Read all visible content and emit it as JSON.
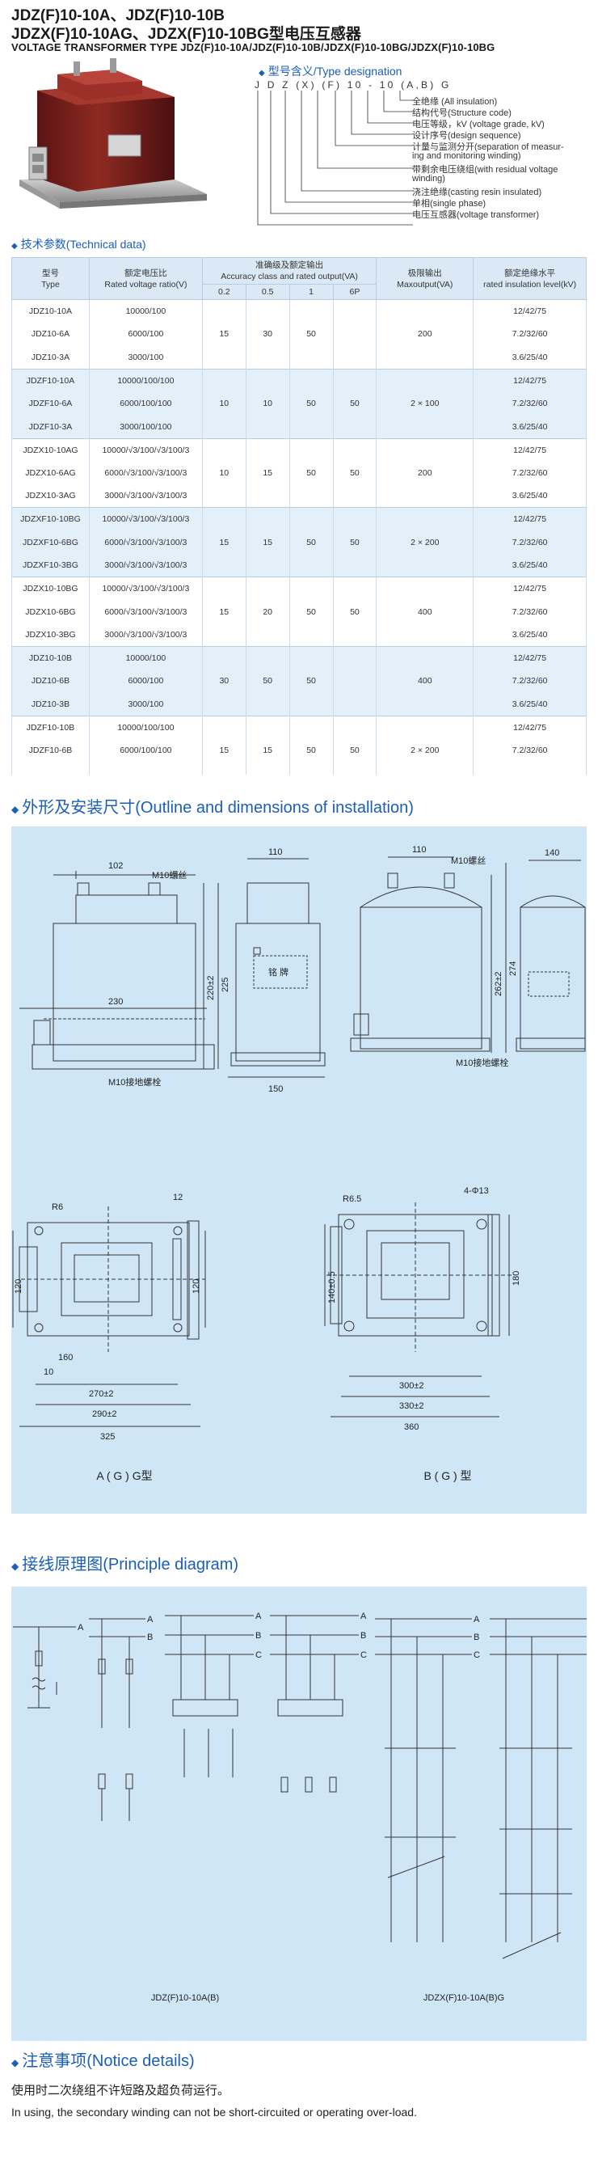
{
  "header": {
    "title_line1": "JDZ(F)10-10A、JDZ(F)10-10B",
    "title_line2": "JDZX(F)10-10AG、JDZX(F)10-10BG型电压互感器",
    "title_line3": "VOLTAGE TRANSFORMER TYPE JDZ(F)10-10A/JDZ(F)10-10B/JDZX(F)10-10BG/JDZX(F)10-10BG"
  },
  "designation": {
    "heading": "型号含义/Type designation",
    "code": "J D Z (X) (F) 10 - 10 (A,B) G",
    "labels": [
      "全绝缘 (All insulation)",
      "结构代号(Structure code)",
      "电压等级，kV (voltage grade, kV)",
      "设计序号(design sequence)",
      "计量与监测分开(separation of measur-",
      "ing and monitoring winding)",
      "带剩余电压绕组(with residual voltage",
      "winding)",
      "浇注绝缘(casting resin insulated)",
      "单相(single phase)",
      "电压互感器(voltage transformer)"
    ]
  },
  "tech": {
    "heading": "技术参数(Technical data)",
    "headers": {
      "model_zh": "型号",
      "model_en": "Type",
      "ratio_zh": "额定电压比",
      "ratio_en": "Rated voltage ratio(V)",
      "acc_zh": "准确级及额定输出",
      "acc_en": "Accuracy class and rated output(VA)",
      "acc_cols": [
        "0.2",
        "0.5",
        "1",
        "6P"
      ],
      "max_zh": "极限输出",
      "max_en": "Maxoutput(VA)",
      "ins_zh": "额定绝缘水平",
      "ins_en": "rated insulation level(kV)"
    },
    "groups": [
      {
        "rows": [
          {
            "type": "JDZ10-10A",
            "ratio": "10000/100",
            "ins": "12/42/75"
          },
          {
            "type": "JDZ10-6A",
            "ratio": "6000/100",
            "ins": "7.2/32/60"
          },
          {
            "type": "JDZ10-3A",
            "ratio": "3000/100",
            "ins": "3.6/25/40"
          }
        ],
        "c02": "15",
        "c05": "30",
        "c1": "50",
        "c6p": "",
        "max": "200"
      },
      {
        "rows": [
          {
            "type": "JDZF10-10A",
            "ratio": "10000/100/100",
            "ins": "12/42/75"
          },
          {
            "type": "JDZF10-6A",
            "ratio": "6000/100/100",
            "ins": "7.2/32/60"
          },
          {
            "type": "JDZF10-3A",
            "ratio": "3000/100/100",
            "ins": "3.6/25/40"
          }
        ],
        "c02": "10",
        "c05": "10",
        "c1": "50",
        "c6p": "50",
        "max": "2 × 100"
      },
      {
        "rows": [
          {
            "type": "JDZX10-10AG",
            "ratio": "10000/√3/100/√3/100/3",
            "ins": "12/42/75"
          },
          {
            "type": "JDZX10-6AG",
            "ratio": "6000/√3/100/√3/100/3",
            "ins": "7.2/32/60"
          },
          {
            "type": "JDZX10-3AG",
            "ratio": "3000/√3/100/√3/100/3",
            "ins": "3.6/25/40"
          }
        ],
        "c02": "10",
        "c05": "15",
        "c1": "50",
        "c6p": "50",
        "max": "200"
      },
      {
        "rows": [
          {
            "type": "JDZXF10-10BG",
            "ratio": "10000/√3/100/√3/100/3",
            "ins": "12/42/75"
          },
          {
            "type": "JDZXF10-6BG",
            "ratio": "6000/√3/100/√3/100/3",
            "ins": "7.2/32/60"
          },
          {
            "type": "JDZXF10-3BG",
            "ratio": "3000/√3/100/√3/100/3",
            "ins": "3.6/25/40"
          }
        ],
        "c02": "15",
        "c05": "15",
        "c1": "50",
        "c6p": "50",
        "max": "2 × 200"
      },
      {
        "rows": [
          {
            "type": "JDZX10-10BG",
            "ratio": "10000/√3/100/√3/100/3",
            "ins": "12/42/75"
          },
          {
            "type": "JDZX10-6BG",
            "ratio": "6000/√3/100/√3/100/3",
            "ins": "7.2/32/60"
          },
          {
            "type": "JDZX10-3BG",
            "ratio": "3000/√3/100/√3/100/3",
            "ins": "3.6/25/40"
          }
        ],
        "c02": "15",
        "c05": "20",
        "c1": "50",
        "c6p": "50",
        "max": "400"
      },
      {
        "rows": [
          {
            "type": "JDZ10-10B",
            "ratio": "10000/100",
            "ins": "12/42/75"
          },
          {
            "type": "JDZ10-6B",
            "ratio": "6000/100",
            "ins": "7.2/32/60"
          },
          {
            "type": "JDZ10-3B",
            "ratio": "3000/100",
            "ins": "3.6/25/40"
          }
        ],
        "c02": "30",
        "c05": "50",
        "c1": "50",
        "c6p": "",
        "max": "400"
      },
      {
        "rows": [
          {
            "type": "JDZF10-10B",
            "ratio": "10000/100/100",
            "ins": "12/42/75"
          },
          {
            "type": "JDZF10-6B",
            "ratio": "6000/100/100",
            "ins": "7.2/32/60"
          },
          {
            "type": "",
            "ratio": "",
            "ins": ""
          }
        ],
        "c02": "15",
        "c05": "15",
        "c1": "50",
        "c6p": "50",
        "max": "2 × 200"
      }
    ]
  },
  "outline": {
    "heading": "外形及安装尺寸(Outline and dimensions of installation)",
    "dims_a_front": [
      "102",
      "M10螺丝",
      "230",
      "220±2",
      "225",
      "M10接地螺栓"
    ],
    "dims_a_side": [
      "110",
      "150"
    ],
    "dims_b_front": [
      "110",
      "M10螺丝",
      "262±2",
      "274",
      "M10接地螺栓"
    ],
    "dims_b_side": [
      "140"
    ],
    "dims_a_top": [
      "R6",
      "12",
      "120",
      "160",
      "10",
      "270±2",
      "290±2",
      "325",
      "120"
    ],
    "dims_b_top": [
      "R6.5",
      "4-Φ13",
      "140±0.5",
      "180",
      "300±2",
      "330±2",
      "360"
    ],
    "label_a": "A ( G ) G型",
    "label_b": "B ( G ) 型",
    "plate_label": "铭  牌"
  },
  "principle": {
    "heading": "接线原理图(Principle diagram)",
    "bus_labels": [
      "A",
      "B",
      "C"
    ],
    "caption_left": "JDZ(F)10-10A(B)",
    "caption_right": "JDZX(F)10-10A(B)G"
  },
  "notice": {
    "heading": "注意事项(Notice details)",
    "text_zh": "使用时二次绕组不许短路及超负荷运行。",
    "text_en": "In using, the secondary winding can not be short-circuited or operating over-load."
  }
}
